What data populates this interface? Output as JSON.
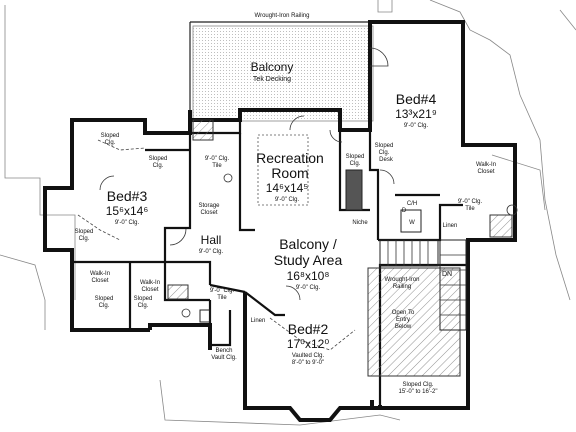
{
  "labels": {
    "railing_top": "Wrought-Iron Railing",
    "balcony": "Balcony",
    "tek_decking": "Tek Decking",
    "bed4": "Bed#4",
    "bed4_size": "13³x21⁹",
    "bed4_clg": "9'-0\" Clg.",
    "bed3": "Bed#3",
    "bed3_size": "15⁶x14⁶",
    "bed3_clg": "9'-0\" Clg.",
    "rec_room_1": "Recreation",
    "rec_room_2": "Room",
    "rec_size": "14⁶x14⁵",
    "rec_clg": "9'-0\" Clg.",
    "hall": "Hall",
    "hall_clg": "9'-0\" Clg.",
    "study_1": "Balcony /",
    "study_2": "Study Area",
    "study_size": "16⁸x10⁸",
    "study_clg": "9'-0\" Clg.",
    "bed2": "Bed#2",
    "bed2_size": "17⁰x12⁰",
    "bed2_clg_1": "Vaulted Clg.",
    "bed2_clg_2": "8'-0\" to 9'-0\"",
    "sloped": "Sloped",
    "clg": "Clg.",
    "storage_1": "Storage",
    "storage_2": "Closet",
    "niche": "Niche",
    "desk": "Desk",
    "walkin_1": "Walk-In",
    "walkin_2": "Closet",
    "tile": "Tile",
    "linen": "Linen",
    "ch": "C/H",
    "w": "W",
    "d": "D",
    "dn": "DN",
    "wrought_1": "Wrought-Iron",
    "wrought_2": "Railing",
    "open_1": "Open To",
    "open_2": "Entry",
    "open_3": "Below",
    "sloped_low_1": "Sloped Clg.",
    "sloped_low_2": "15'-0\" to 16'-2\"",
    "bath_1": "9'-0\" Clg.",
    "bath_2": "Tile",
    "bench_1": "Bench",
    "bench_2": "Vault Clg."
  }
}
